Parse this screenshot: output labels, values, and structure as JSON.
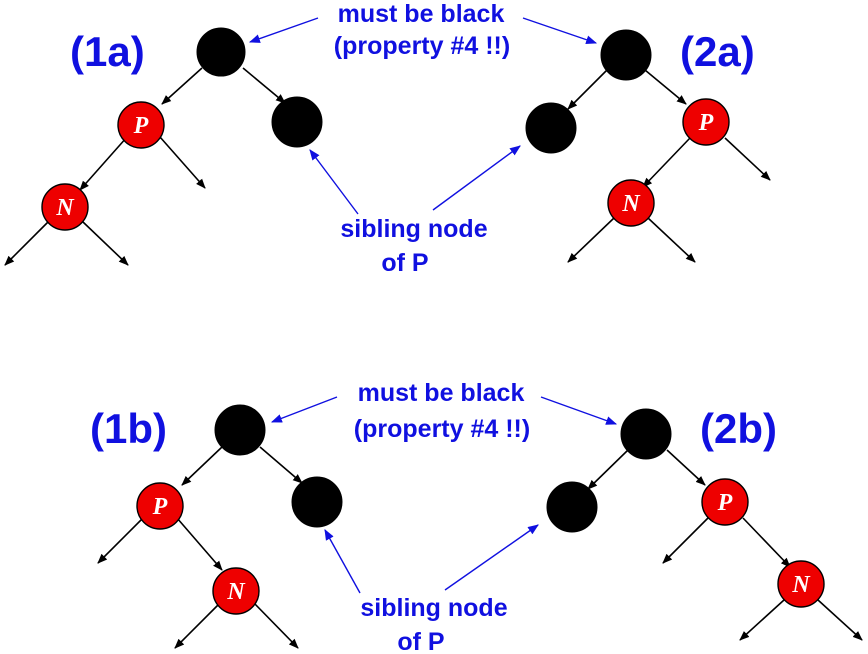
{
  "labels": {
    "case_1a": "(1a)",
    "case_2a": "(2a)",
    "case_1b": "(1b)",
    "case_2b": "(2b)"
  },
  "top_note": {
    "must_be_black": "must be black",
    "property": "(property #4 !!)",
    "sibling_line1": "sibling node",
    "sibling_line2": "of P"
  },
  "bottom_note": {
    "must_be_black": "must be black",
    "property": "(property #4 !!)",
    "sibling_line1": "sibling node",
    "sibling_line2": "of P"
  },
  "nodes": {
    "p": "P",
    "n": "N"
  },
  "colors": {
    "red": "#ee0000",
    "black": "#000000",
    "blue": "#1010e0"
  }
}
